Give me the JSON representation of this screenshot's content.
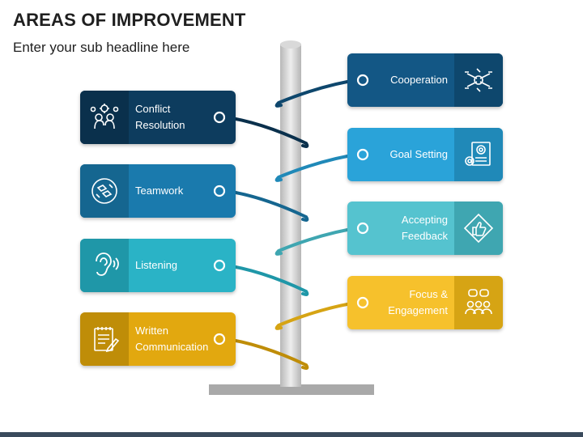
{
  "header": {
    "title": "AREAS OF IMPROVEMENT",
    "subtitle": "Enter your sub headline here"
  },
  "left_items": [
    {
      "label": "Conflict\nResolution",
      "icon": "conflict-resolution-icon",
      "color": "#0d3c5e",
      "icon_color": "#0a304c"
    },
    {
      "label": "Teamwork",
      "icon": "teamwork-icon",
      "color": "#1a7aad",
      "icon_color": "#156690"
    },
    {
      "label": "Listening",
      "icon": "listening-icon",
      "color": "#2ab3c6",
      "icon_color": "#1f97a8"
    },
    {
      "label": "Written\nCommunication",
      "icon": "written-communication-icon",
      "color": "#e2a80f",
      "icon_color": "#bf8d08"
    }
  ],
  "right_items": [
    {
      "label": "Cooperation",
      "icon": "cooperation-icon",
      "color": "#135785",
      "icon_color": "#0e476d"
    },
    {
      "label": "Goal Setting",
      "icon": "goal-setting-icon",
      "color": "#2aa3d9",
      "icon_color": "#2089b8"
    },
    {
      "label": "Accepting\nFeedback",
      "icon": "feedback-icon",
      "color": "#55c3cf",
      "icon_color": "#3fa6b1"
    },
    {
      "label": "Focus &\nEngagement",
      "icon": "focus-engagement-icon",
      "color": "#f6c12c",
      "icon_color": "#d6a414"
    }
  ]
}
